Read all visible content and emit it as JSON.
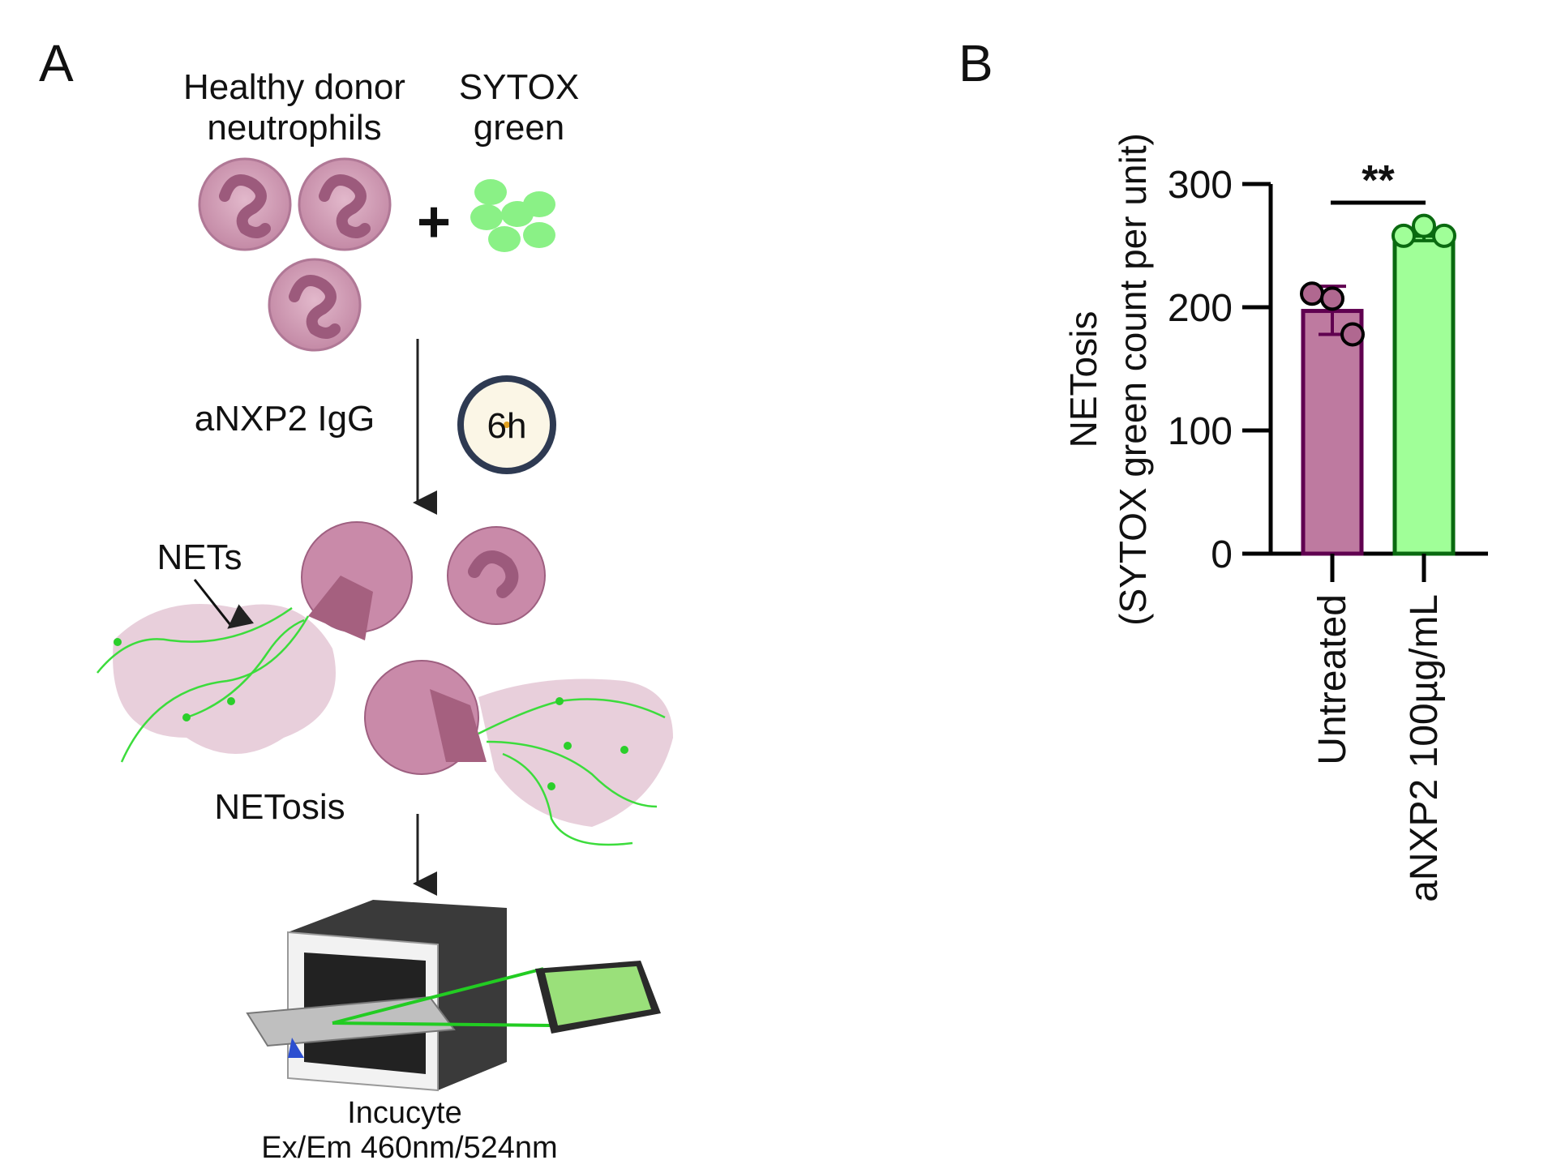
{
  "panel_a": {
    "label": "A",
    "cells_label_line1": "Healthy donor",
    "cells_label_line2": "neutrophils",
    "dye_label_line1": "SYTOX",
    "dye_label_line2": "green",
    "plus": "+",
    "treatment": "aNXP2 IgG",
    "clock": "6h",
    "nets_label": "NETs",
    "netosis_label": "NETosis",
    "instrument": "Incucyte",
    "instrument_settings": "Ex/Em 460nm/524nm"
  },
  "panel_b": {
    "label": "B"
  },
  "chart_data": {
    "type": "bar",
    "title": "",
    "ylabel_line1": "NETosis",
    "ylabel_line2": "(SYTOX green count per unit)",
    "categories": [
      "Untreated",
      "aNXP2 100µg/mL"
    ],
    "values": [
      197,
      258
    ],
    "errors_high": [
      217,
      264
    ],
    "errors_low": [
      178,
      254
    ],
    "points": [
      [
        211,
        207,
        178
      ],
      [
        258,
        266,
        258
      ]
    ],
    "colors": {
      "fill": [
        "#be7aa0",
        "#a0ff98"
      ],
      "stroke": [
        "#600050",
        "#0a6a10"
      ]
    },
    "ylim": [
      0,
      300
    ],
    "yticks": [
      "0",
      "100",
      "200",
      "300"
    ],
    "significance": "**"
  }
}
